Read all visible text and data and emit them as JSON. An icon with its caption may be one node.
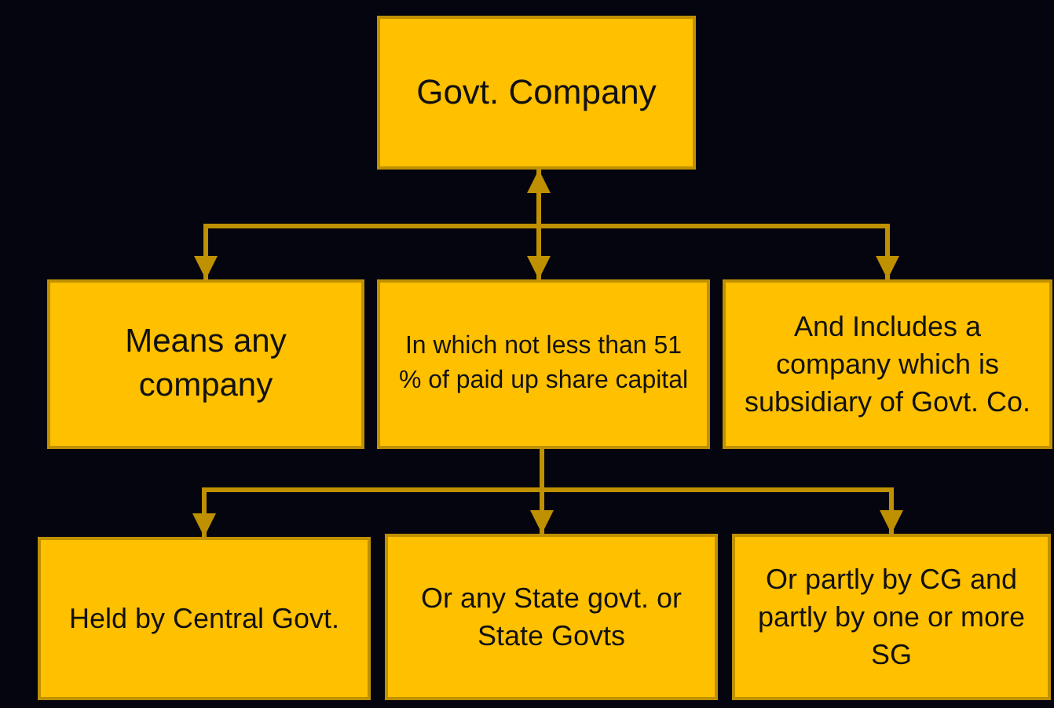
{
  "diagram": {
    "nodes": [
      {
        "text": [
          "Govt. Company"
        ]
      },
      {
        "text": [
          "Means any company"
        ]
      },
      {
        "text": [
          "In which not less than 51 % of paid up share capital"
        ]
      },
      {
        "text": [
          "And Includes a company which is subsidiary of Govt.  Co."
        ]
      },
      {
        "text": [
          "Held by Central Govt."
        ]
      },
      {
        "text": [
          "Or any State govt. or State Govts"
        ]
      },
      {
        "text": [
          "Or partly by CG and partly by one or more SG"
        ]
      }
    ],
    "edges": [
      {
        "from": 0,
        "to": 1,
        "arrow": "to"
      },
      {
        "from": 0,
        "to": 2,
        "arrow": "both"
      },
      {
        "from": 0,
        "to": 3,
        "arrow": "to"
      },
      {
        "from": 2,
        "to": 4,
        "arrow": "to"
      },
      {
        "from": 2,
        "to": 5,
        "arrow": "to"
      },
      {
        "from": 2,
        "to": 6,
        "arrow": "to"
      }
    ]
  }
}
